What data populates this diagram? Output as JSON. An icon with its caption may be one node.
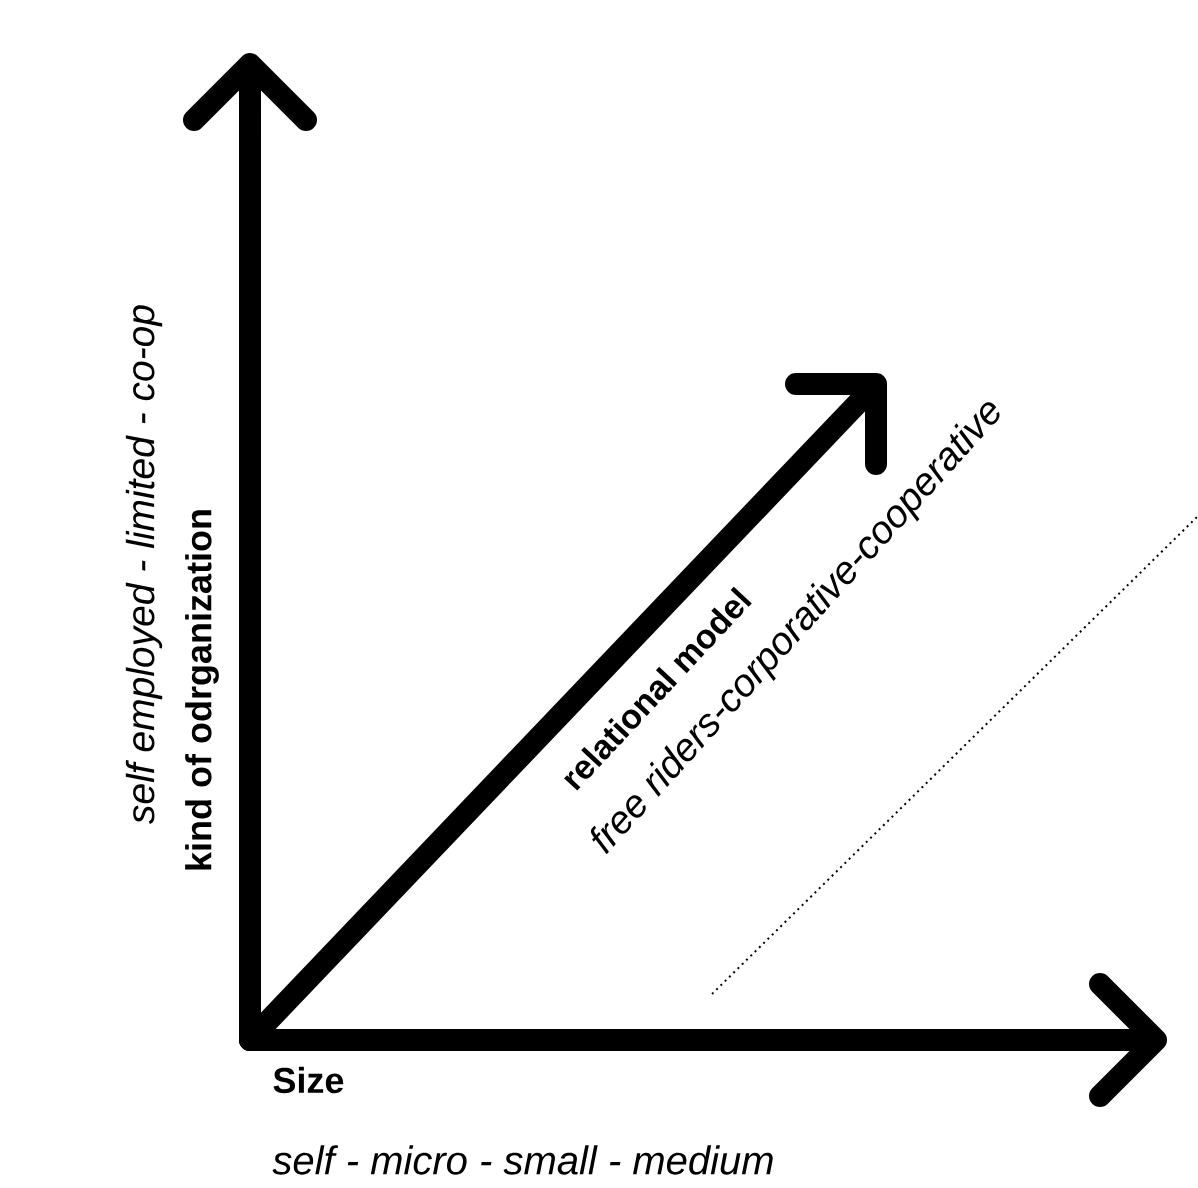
{
  "diagram": {
    "labels": [
      "kind of odrganization",
      "self employed - limited - co-op",
      "relational model",
      "free riders-corporative-cooperative",
      "Size",
      "self - micro - small - medium"
    ]
  }
}
